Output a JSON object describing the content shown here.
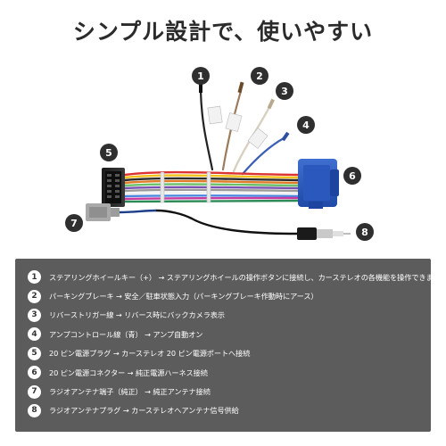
{
  "title": "シンプル設計で、使いやすい",
  "markers": [
    "1",
    "2",
    "3",
    "4",
    "5",
    "6",
    "7",
    "8"
  ],
  "legend": [
    {
      "num": "1",
      "text": "ステアリングホイールキー（+） → ステアリングホイールの操作ボタンに接続し、カーステレオの各機能を操作できます"
    },
    {
      "num": "2",
      "text": "パーキングブレーキ → 安全／駐車状態入力（パーキングブレーキ作動時にアース）"
    },
    {
      "num": "3",
      "text": "リバーストリガー線 → リバース時にバックカメラ表示"
    },
    {
      "num": "4",
      "text": "アンプコントロール線（青） → アンプ自動オン"
    },
    {
      "num": "5",
      "text": "20 ピン電源プラグ → カーステレオ 20 ピン電源ポートへ接続"
    },
    {
      "num": "6",
      "text": "20 ピン電源コネクター → 純正電源ハーネス接続"
    },
    {
      "num": "7",
      "text": "ラジオアンテナ端子（純正） → 純正アンテナ接続"
    },
    {
      "num": "8",
      "text": "ラジオアンテナプラグ → カーステレオへアンテナ信号供給"
    }
  ]
}
